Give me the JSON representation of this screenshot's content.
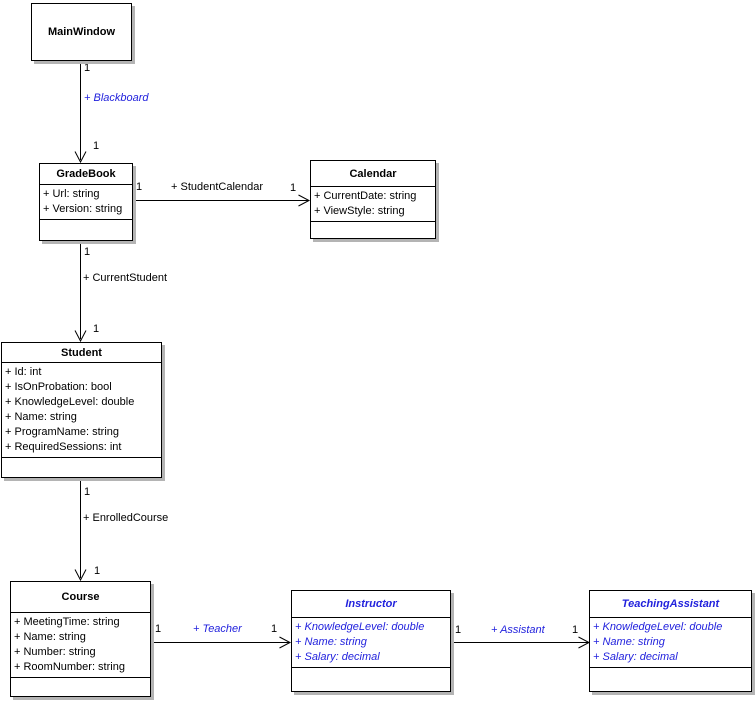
{
  "diagram": {
    "type": "uml-class-diagram",
    "background": "#ffffff",
    "colors": {
      "accent_blue": "#2222dd",
      "line_black": "#000000",
      "shadow_gray": "#b4b4b4"
    }
  },
  "classes": {
    "main_window": {
      "name": "MainWindow",
      "attributes": []
    },
    "grade_book": {
      "name": "GradeBook",
      "attributes": [
        "+ Url: string",
        "+ Version: string"
      ]
    },
    "calendar": {
      "name": "Calendar",
      "attributes": [
        "+ CurrentDate: string",
        "+ ViewStyle: string"
      ]
    },
    "student": {
      "name": "Student",
      "attributes": [
        "+ Id: int",
        "+ IsOnProbation: bool",
        "+ KnowledgeLevel: double",
        "+ Name: string",
        "+ ProgramName: string",
        "+ RequiredSessions: int"
      ]
    },
    "course": {
      "name": "Course",
      "attributes": [
        "+ MeetingTime: string",
        "+ Name: string",
        "+ Number: string",
        "+ RoomNumber: string"
      ]
    },
    "instructor": {
      "name": "Instructor",
      "attributes": [
        "+ KnowledgeLevel: double",
        "+ Name: string",
        "+ Salary: decimal"
      ]
    },
    "teaching_assistant": {
      "name": "TeachingAssistant",
      "attributes": [
        "+ KnowledgeLevel: double",
        "+ Name: string",
        "+ Salary: decimal"
      ]
    }
  },
  "associations": {
    "blackboard": {
      "label": "+ Blackboard",
      "source_multiplicity": "1",
      "target_multiplicity": "1"
    },
    "student_calendar": {
      "label": "+ StudentCalendar",
      "source_multiplicity": "1",
      "target_multiplicity": "1"
    },
    "current_student": {
      "label": "+ CurrentStudent",
      "source_multiplicity": "1",
      "target_multiplicity": "1"
    },
    "enrolled_course": {
      "label": "+ EnrolledCourse",
      "source_multiplicity": "1",
      "target_multiplicity": "1"
    },
    "teacher": {
      "label": "+ Teacher",
      "source_multiplicity": "1",
      "target_multiplicity": "1"
    },
    "assistant": {
      "label": "+ Assistant",
      "source_multiplicity": "1",
      "target_multiplicity": "1"
    }
  }
}
